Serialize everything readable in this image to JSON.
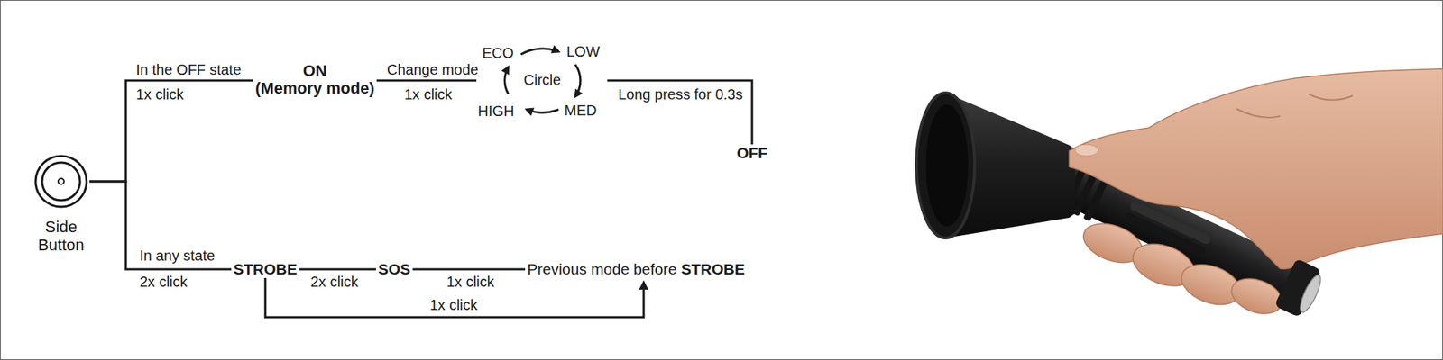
{
  "diagram": {
    "nodes": [
      {
        "text": [
          "Side Button"
        ]
      },
      {
        "text": [
          "ON",
          "(Memory mode)"
        ]
      },
      {
        "text": [
          "Circle",
          "ECO",
          "LOW",
          "MED",
          "HIGH"
        ]
      },
      {
        "text": [
          "OFF"
        ]
      },
      {
        "text": [
          "STROBE"
        ]
      },
      {
        "text": [
          "SOS"
        ]
      },
      {
        "text": [
          "Previous mode before",
          "STROBE"
        ]
      }
    ],
    "edges": [
      {
        "from": 0,
        "to": 1,
        "label": "1x click",
        "arrow": "none"
      },
      {
        "from": 1,
        "to": 2,
        "label": "1x click",
        "arrow": "none"
      },
      {
        "from": 2,
        "to": 3,
        "label": "Long press for 0.3s",
        "arrow": "none"
      },
      {
        "from": 0,
        "to": 4,
        "label": "2x click",
        "arrow": "none"
      },
      {
        "from": 4,
        "to": 5,
        "label": "2x click",
        "arrow": "none"
      },
      {
        "from": 5,
        "to": 6,
        "label": "1x click",
        "arrow": "none"
      },
      {
        "from": 4,
        "to": 6,
        "label": "1x click",
        "arrow": "to"
      }
    ],
    "labels": [
      "In the OFF state",
      "Change mode",
      "In any state"
    ]
  }
}
